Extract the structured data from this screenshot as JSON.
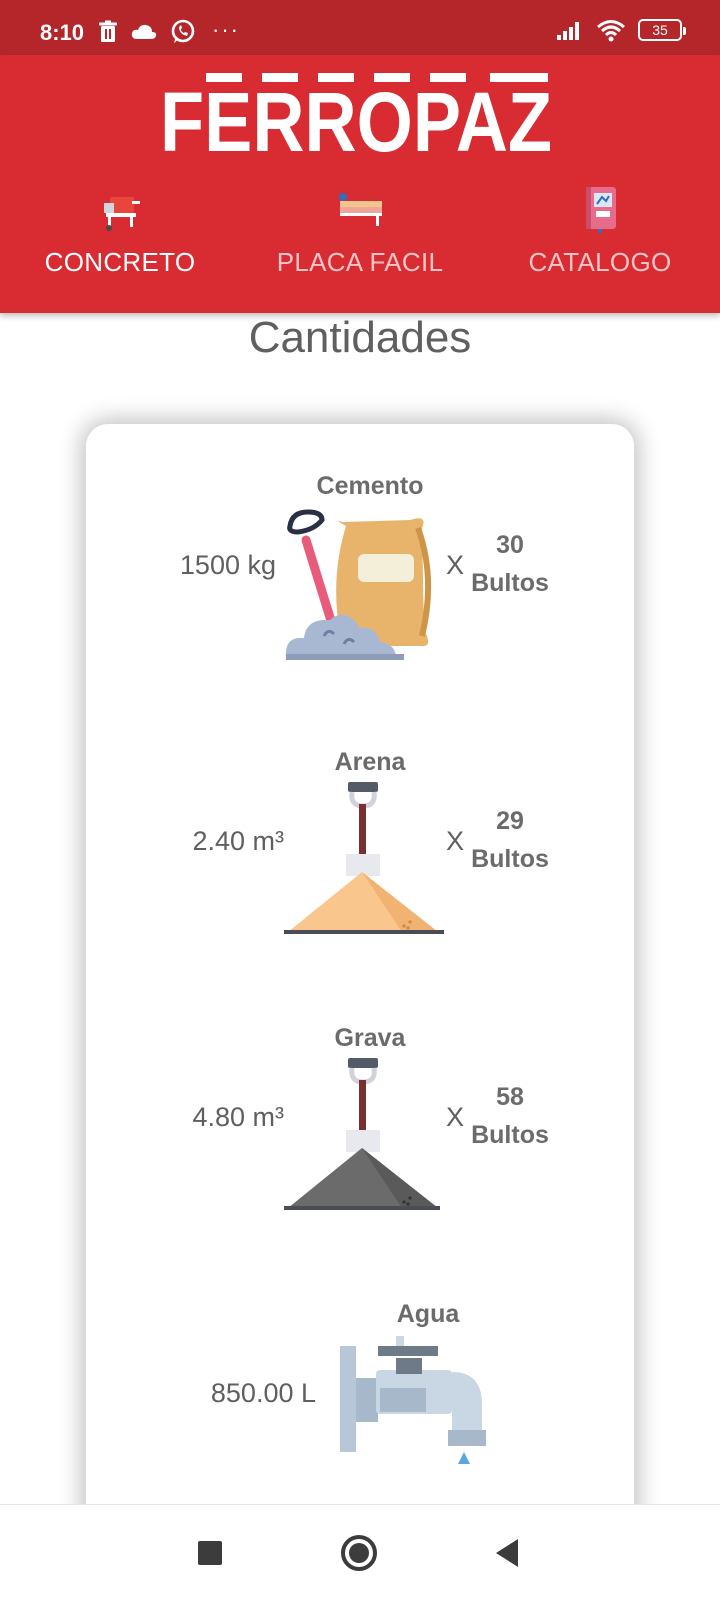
{
  "status_bar": {
    "time": "8:10",
    "battery": "35",
    "left_icons": [
      "trash-icon",
      "cloud-icon",
      "whatsapp-icon"
    ],
    "more": "···",
    "right_icons": [
      "signal-icon",
      "wifi-icon",
      "battery-icon"
    ]
  },
  "header": {
    "logo_text": "FERROPAZ",
    "colors": {
      "header": "#d92b32",
      "status_bar": "#b5262b"
    }
  },
  "tabs": [
    {
      "label": "CONCRETO",
      "icon": "concrete-mixer-icon",
      "active": true
    },
    {
      "label": "PLACA FACIL",
      "icon": "slab-icon",
      "active": false
    },
    {
      "label": "CATALOGO",
      "icon": "catalog-book-icon",
      "active": false
    }
  ],
  "main": {
    "title": "Cantidades",
    "items": [
      {
        "name": "Cemento",
        "quantity": "1500 kg",
        "multiplier": "X",
        "count": "30",
        "unit": "Bultos",
        "illustration": "cement-bag-icon"
      },
      {
        "name": "Arena",
        "quantity": "2.40 m³",
        "multiplier": "X",
        "count": "29",
        "unit": "Bultos",
        "illustration": "sand-pile-icon"
      },
      {
        "name": "Grava",
        "quantity": "4.80 m³",
        "multiplier": "X",
        "count": "58",
        "unit": "Bultos",
        "illustration": "gravel-pile-icon"
      },
      {
        "name": "Agua",
        "quantity": "850.00 L",
        "illustration": "water-faucet-icon"
      }
    ]
  },
  "nav_bar": {
    "buttons": [
      "recent-apps-icon",
      "home-icon",
      "back-icon"
    ]
  }
}
